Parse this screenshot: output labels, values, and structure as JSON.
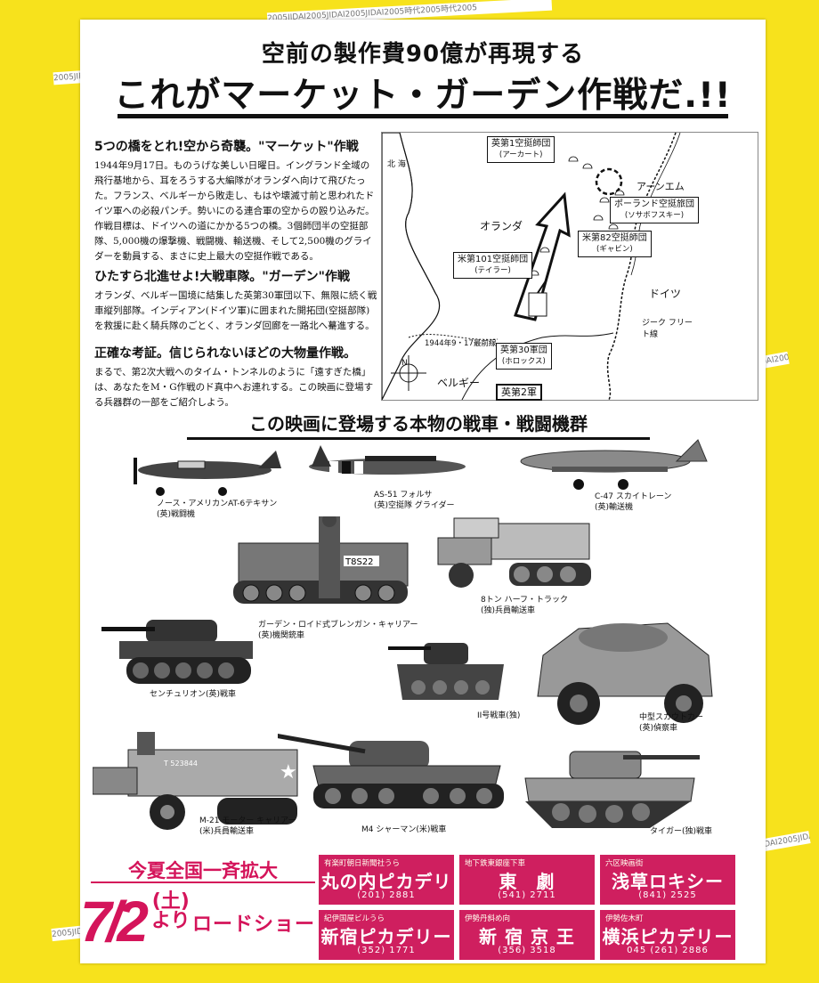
{
  "colors": {
    "background": "#f7e21c",
    "accent": "#d4145a",
    "theater": "#cf1f5f"
  },
  "side_stripe_text": "2005JIDAI2005JIDAI2005JIDAI2005時代2005時代2005",
  "header": {
    "kicker": "空前の製作費90億が再現する",
    "title": "これがマーケット・ガーデン作戦だ.!!"
  },
  "sections": [
    {
      "heading": "5つの橋をとれ!空から奇襲。\"マーケット\"作戦",
      "body": "1944年9月17日。ものうげな美しい日曜日。イングランド全域の飛行基地から、耳をろうする大編隊がオランダへ向けて飛びたった。フランス、ベルギーから敗走し、もはや壊滅寸前と思われたドイツ軍への必殺パンチ。勢いにのる連合軍の空からの殴り込みだ。作戦目標は、ドイツへの道にかかる5つの橋。3個師団半の空挺部隊、5,000機の爆撃機、戦闘機、輸送機、そして2,500機のグライダーを動員する、まさに史上最大の空挺作戦である。"
    },
    {
      "heading": "ひたすら北進せよ!大戦車隊。\"ガーデン\"作戦",
      "body": "オランダ、ベルギー国境に結集した英第30軍団以下、無限に続く戦車縦列部隊。インディアン(ドイツ軍)に囲まれた開拓団(空挺部隊)を救援に赴く騎兵隊のごとく、オランダ回廊を一路北へ驀進する。"
    },
    {
      "heading": "正確な考証。信じられないほどの大物量作戦。",
      "body": "まるで、第2次大戦へのタイム・トンネルのように「遠すぎた橋」は、あなたをM・G作戦のド真中へお連れする。この映画に登場する兵器群の一部をご紹介しよう。"
    }
  ],
  "map": {
    "sea": "北 海",
    "netherlands": "オランダ",
    "germany": "ドイツ",
    "belgium": "ベルギー",
    "arnhem": "アーンエム",
    "siegfried": "ジーク フリート線",
    "front": "1944年9・17最前線",
    "compass": "N",
    "units": [
      {
        "name": "英第1空挺師団",
        "sub": "(アーカート)"
      },
      {
        "name": "ポーランド空挺旅団",
        "sub": "(ソサボフスキー)"
      },
      {
        "name": "米第82空挺師団",
        "sub": "(ギャビン)"
      },
      {
        "name": "米第101空挺師団",
        "sub": "(テイラー)"
      },
      {
        "name": "英第30軍団",
        "sub": "(ホロックス)"
      },
      {
        "name": "英第2軍",
        "sub": ""
      }
    ]
  },
  "vehicles_heading": "この映画に登場する本物の戦車・戦闘機群",
  "vehicles": [
    {
      "name": "ノース・アメリカンAT-6テキサン",
      "sub": "(英)戦闘機"
    },
    {
      "name": "AS-51 フォルサ",
      "sub": "(英)空挺隊 グライダー"
    },
    {
      "name": "C-47 スカイトレーン",
      "sub": "(英)輸送機"
    },
    {
      "name": "ガーデン・ロイド式ブレンガン・キャリアー",
      "sub": "(英)機関銃車"
    },
    {
      "name": "8トン ハーフ・トラック",
      "sub": "(独)兵員輸送車"
    },
    {
      "name": "センチュリオン(英)戦車",
      "sub": ""
    },
    {
      "name": "II号戦車(独)",
      "sub": ""
    },
    {
      "name": "中型スカウトカー",
      "sub": "(英)偵察車"
    },
    {
      "name": "M-21 モーター キャリアー",
      "sub": "(米)兵員輸送車"
    },
    {
      "name": "M4 シャーマン(米)戦車",
      "sub": ""
    },
    {
      "name": "タイガー(独)戦車",
      "sub": ""
    }
  ],
  "vehicle_markings": {
    "carrier_plate": "T8S22",
    "m21_plate": "T 523844"
  },
  "promo": {
    "release": "今夏全国一斉拡大",
    "date": "7/2",
    "day": "(土)",
    "from": "より",
    "roadshow": "ロードショー"
  },
  "theaters": [
    {
      "location": "有楽町朝日新聞社うら",
      "name": "丸の内ピカデリー",
      "phone": "(201) 2881"
    },
    {
      "location": "地下鉄東銀座下車",
      "name": "東　劇",
      "phone": "(541) 2711"
    },
    {
      "location": "六区映画街",
      "name": "浅草ロキシー",
      "phone": "(841) 2525"
    },
    {
      "location": "紀伊国屋ビルうら",
      "name": "新宿ピカデリー",
      "phone": "(352) 1771"
    },
    {
      "location": "伊勢丹斜め向",
      "name": "新 宿 京 王",
      "phone": "(356) 3518"
    },
    {
      "location": "伊勢佐木町",
      "name": "横浜ピカデリー",
      "phone": "045 (261) 2886"
    }
  ]
}
